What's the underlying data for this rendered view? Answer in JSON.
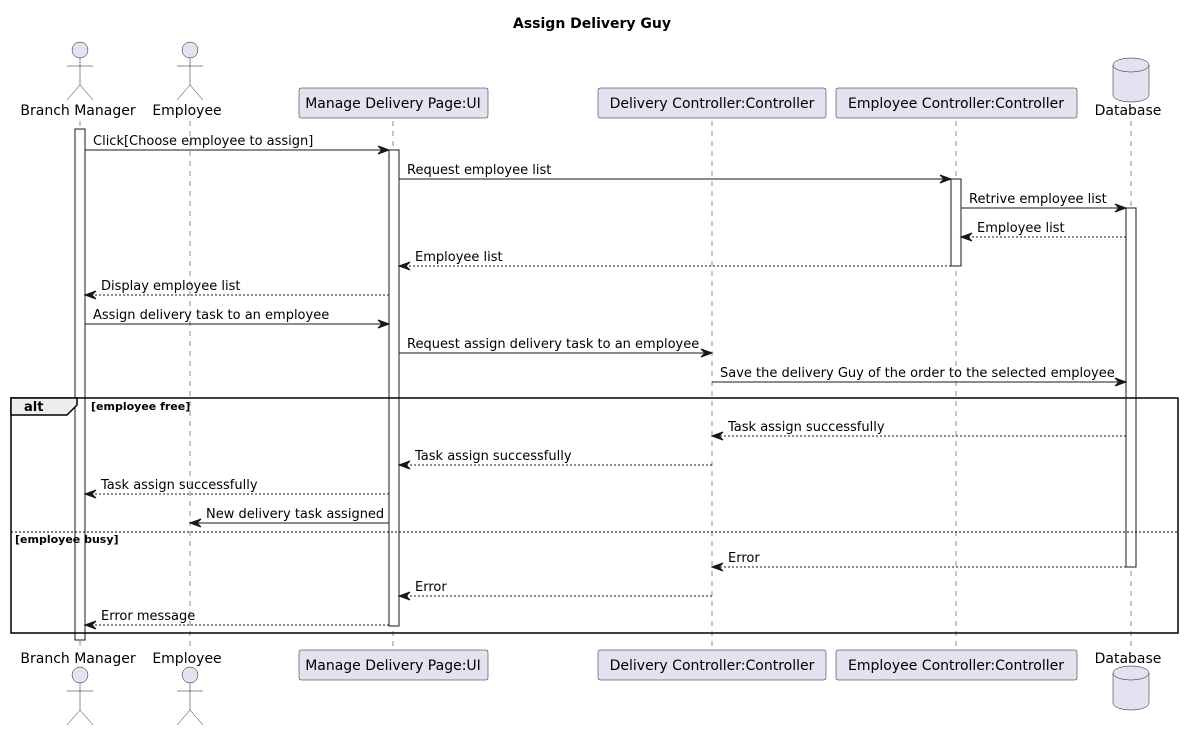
{
  "title": "Assign Delivery Guy",
  "participants": [
    {
      "id": "bm",
      "label": "Branch Manager",
      "kind": "actor"
    },
    {
      "id": "emp",
      "label": "Employee",
      "kind": "actor"
    },
    {
      "id": "ui",
      "label": "Manage Delivery Page:UI",
      "kind": "box"
    },
    {
      "id": "dc",
      "label": "Delivery Controller:Controller",
      "kind": "box"
    },
    {
      "id": "ec",
      "label": "Employee Controller:Controller",
      "kind": "box"
    },
    {
      "id": "db",
      "label": "Database",
      "kind": "database"
    }
  ],
  "messages": [
    {
      "from": "bm",
      "to": "ui",
      "label": "Click[Choose employee to assign]",
      "style": "solid"
    },
    {
      "from": "ui",
      "to": "ec",
      "label": "Request employee list",
      "style": "solid"
    },
    {
      "from": "ec",
      "to": "db",
      "label": "Retrive employee list",
      "style": "solid"
    },
    {
      "from": "db",
      "to": "ec",
      "label": "Employee list",
      "style": "dashed"
    },
    {
      "from": "ec",
      "to": "ui",
      "label": "Employee list",
      "style": "dashed"
    },
    {
      "from": "ui",
      "to": "bm",
      "label": "Display employee list",
      "style": "dashed"
    },
    {
      "from": "bm",
      "to": "ui",
      "label": "Assign delivery task to an employee",
      "style": "solid"
    },
    {
      "from": "ui",
      "to": "dc",
      "label": "Request assign delivery task to an employee",
      "style": "solid"
    },
    {
      "from": "dc",
      "to": "db",
      "label": "Save the delivery Guy of the order to the selected employee",
      "style": "solid"
    },
    {
      "from": "db",
      "to": "dc",
      "label": "Task assign successfully",
      "style": "dashed"
    },
    {
      "from": "dc",
      "to": "ui",
      "label": "Task assign successfully",
      "style": "dashed"
    },
    {
      "from": "ui",
      "to": "bm",
      "label": "Task assign successfully",
      "style": "dashed"
    },
    {
      "from": "ui",
      "to": "emp",
      "label": "New delivery task assigned",
      "style": "solid"
    },
    {
      "from": "db",
      "to": "dc",
      "label": "Error",
      "style": "dashed"
    },
    {
      "from": "dc",
      "to": "ui",
      "label": "Error",
      "style": "dashed"
    },
    {
      "from": "ui",
      "to": "bm",
      "label": "Error message",
      "style": "dashed"
    }
  ],
  "alt_frame": {
    "keyword": "alt",
    "first_guard": "[employee free]",
    "second_guard": "[employee busy]"
  }
}
